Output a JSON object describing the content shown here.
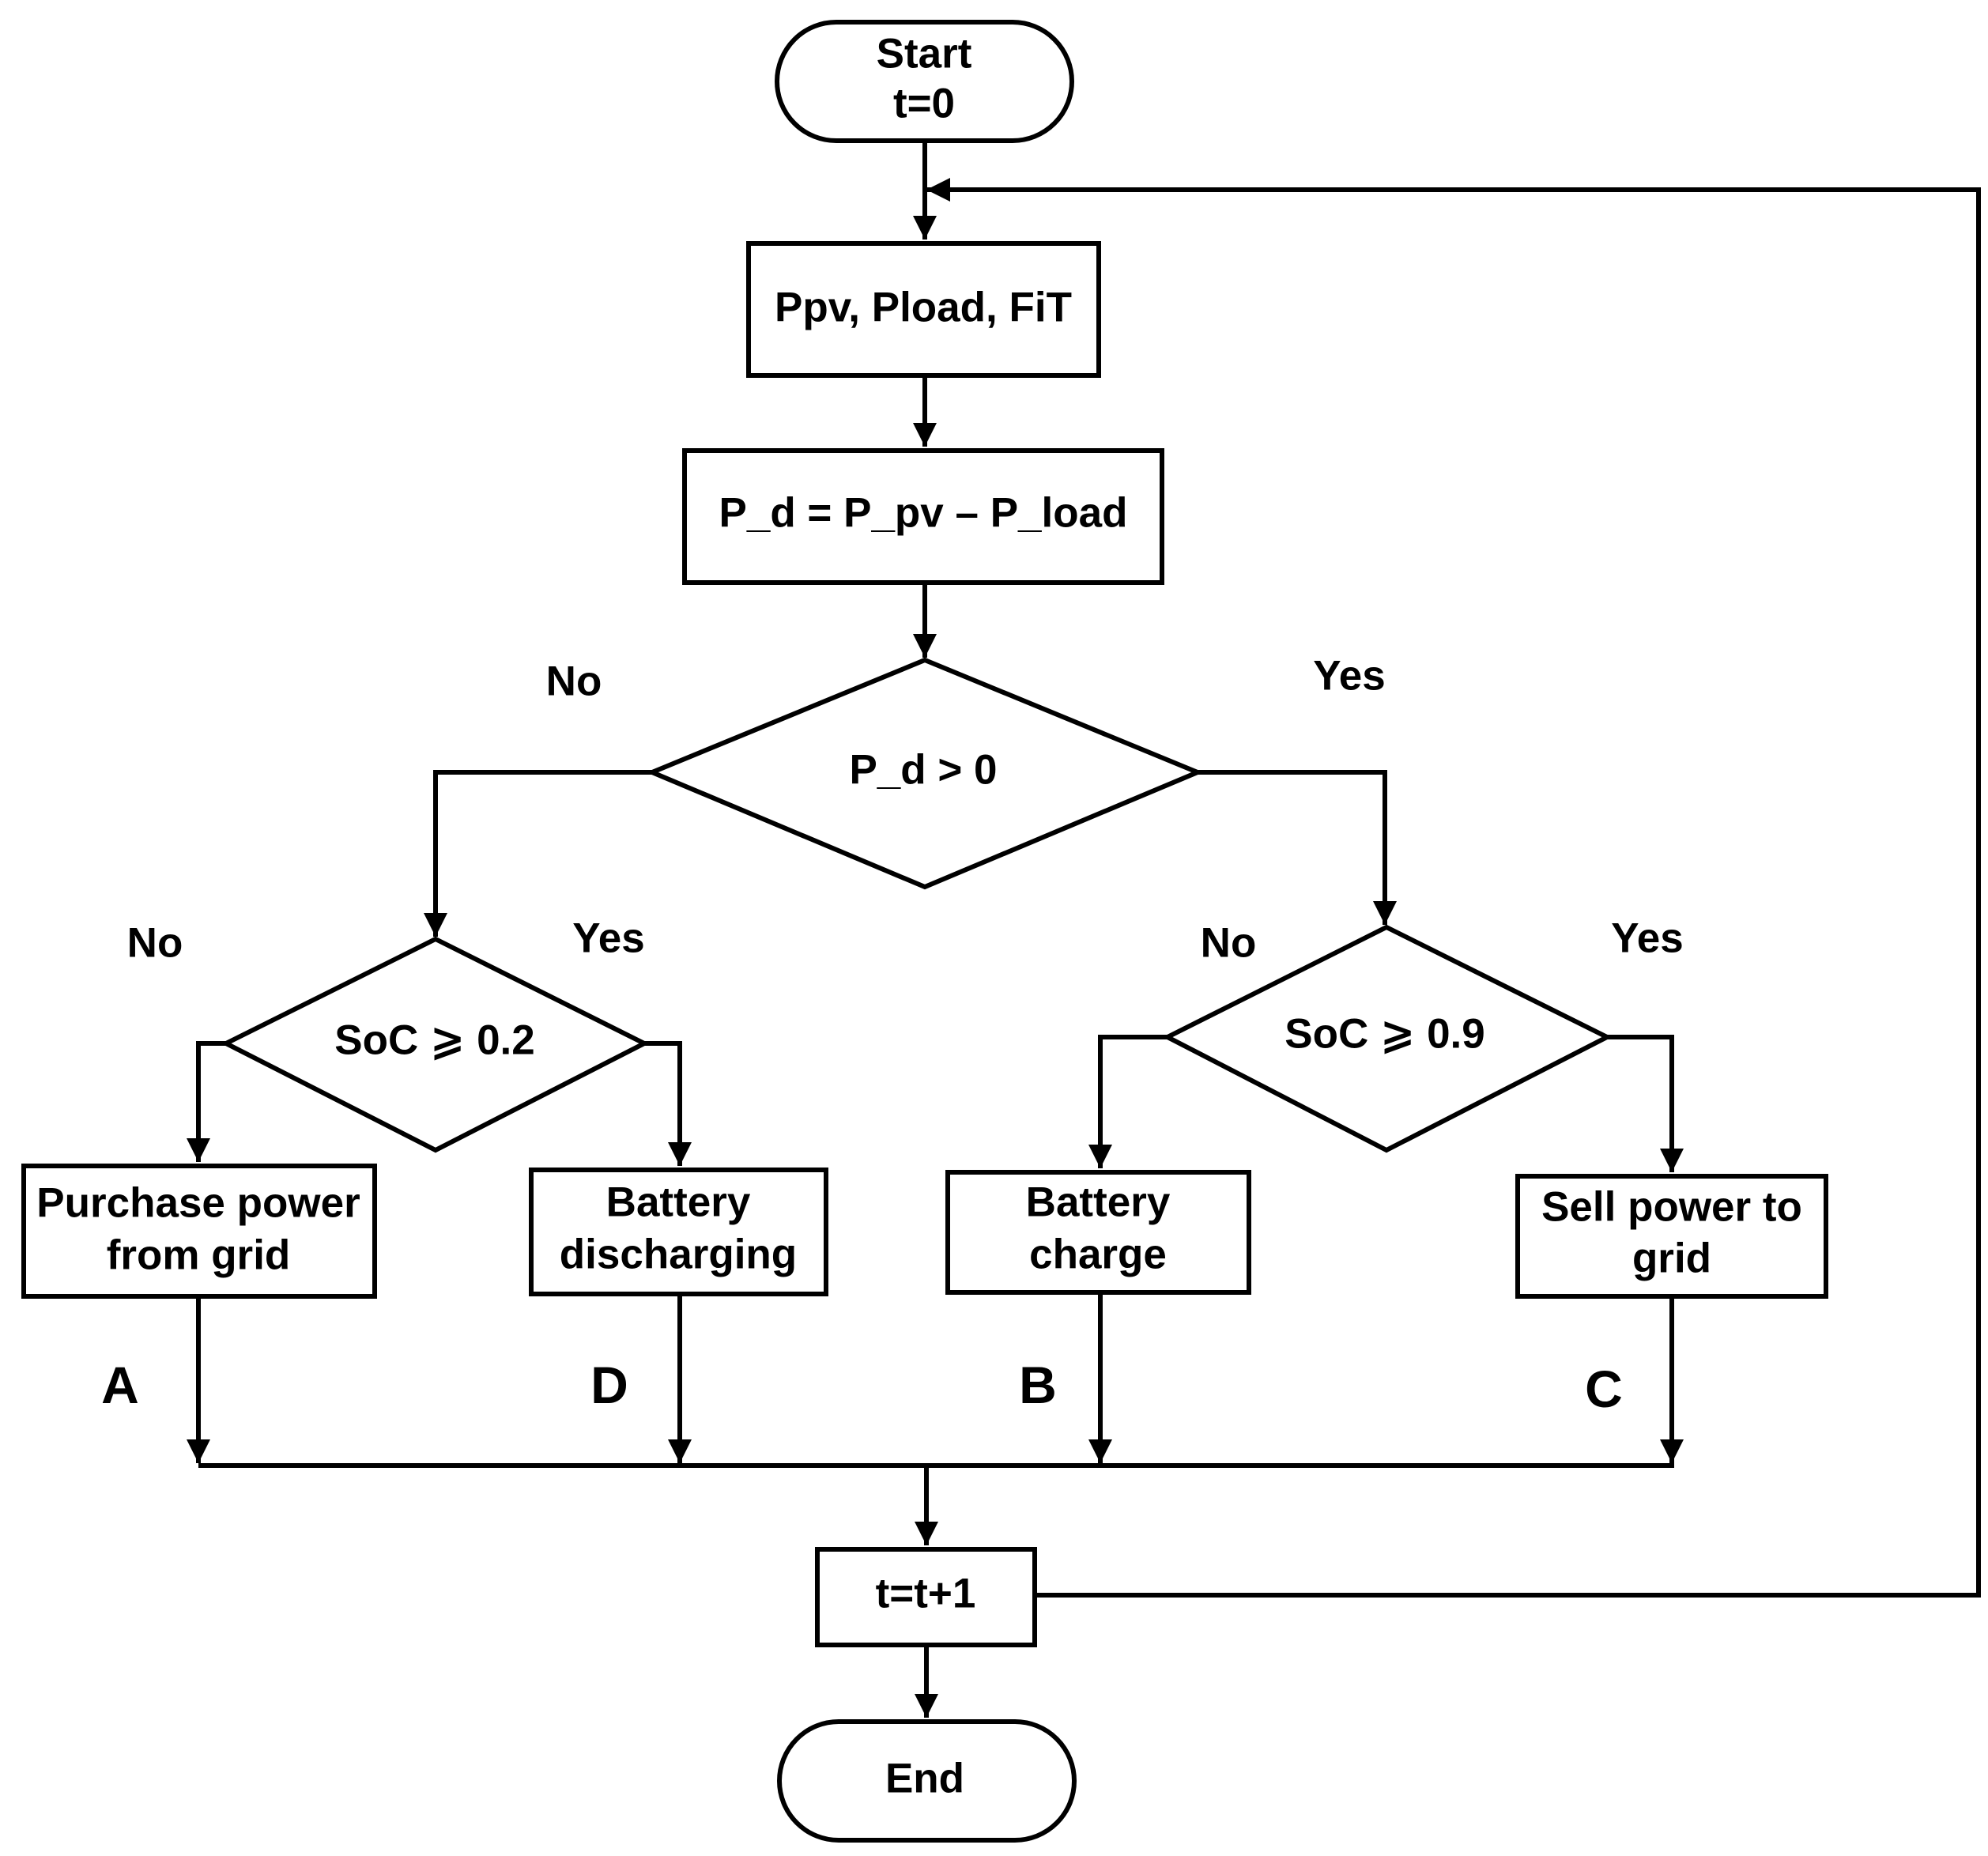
{
  "nodes": {
    "start": {
      "line1": "Start",
      "line2": "t=0"
    },
    "inputs": {
      "label": "Ppv, Pload, FiT"
    },
    "power_difference": {
      "label": "P_d = P_pv – P_load"
    },
    "decision_pd": {
      "label": "P_d > 0"
    },
    "decision_soc_low": {
      "label": "SoC ⩾ 0.2"
    },
    "decision_soc_high": {
      "label": "SoC ⩾ 0.9"
    },
    "purchase": {
      "line1": "Purchase power",
      "line2": "from grid"
    },
    "discharge": {
      "line1": "Battery",
      "line2": "discharging"
    },
    "charge": {
      "line1": "Battery",
      "line2": "charge"
    },
    "sell": {
      "line1": "Sell power to",
      "line2": "grid"
    },
    "increment": {
      "label": "t=t+1"
    },
    "end": {
      "label": "End"
    }
  },
  "branches": {
    "pd_no": "No",
    "pd_yes": "Yes",
    "soc_low_no": "No",
    "soc_low_yes": "Yes",
    "soc_high_no": "No",
    "soc_high_yes": "Yes"
  },
  "path_labels": {
    "a": "A",
    "d": "D",
    "b": "B",
    "c": "C"
  }
}
